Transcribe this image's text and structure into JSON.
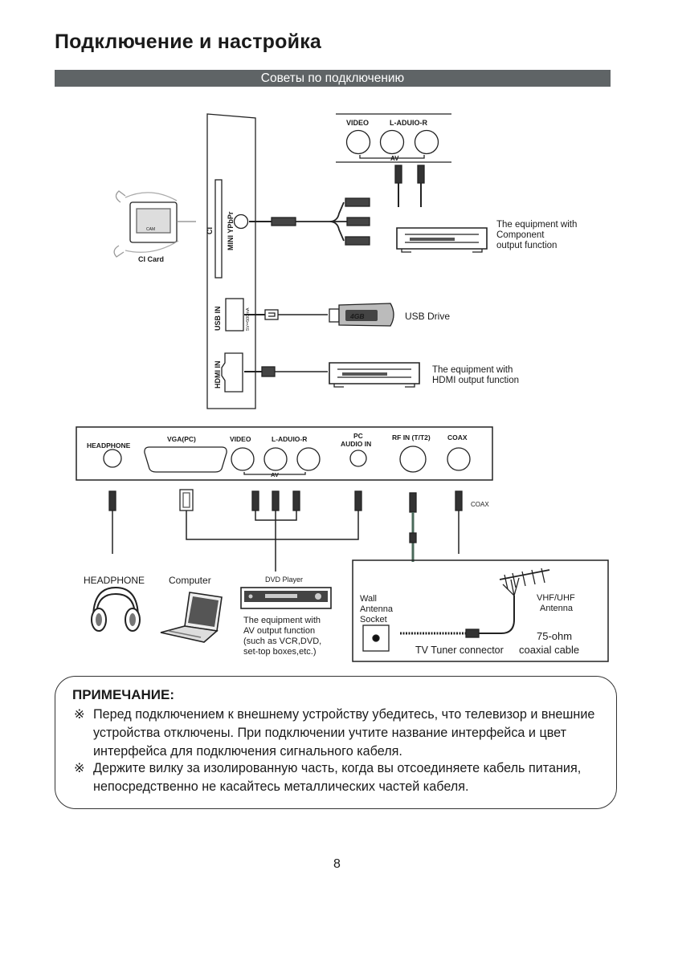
{
  "page": {
    "title": "Подключение и настройка",
    "section": "Советы по подключению",
    "number": "8"
  },
  "side_panel": {
    "ci": "CI",
    "mini_ypbpr": "MINI YPbPr",
    "usb_in": "USB IN",
    "usb_rating": "5V⎓500mA",
    "hdmi_in": "HDMI IN",
    "ci_card": "CI Card",
    "ci_card_brand": "CAM"
  },
  "top_av": {
    "video": "VIDEO",
    "audio": "L-ADUIO-R",
    "av": "AV"
  },
  "devices": {
    "component_lines": [
      "The equipment with",
      "Component",
      "output function"
    ],
    "usb_drive": "USB Drive",
    "usb_capacity": "4GB",
    "hdmi_lines": [
      "The equipment with",
      "HDMI output function"
    ]
  },
  "bottom_panel": {
    "headphone": "HEADPHONE",
    "vga": "VGA(PC)",
    "video": "VIDEO",
    "audio": "L-ADUIO-R",
    "av": "AV",
    "pc_audio_lines": [
      "PC",
      "AUDIO IN"
    ],
    "rf_in": "RF IN (T/T2)",
    "coax": "COAX"
  },
  "bottom_devices": {
    "coax_label": "COAX",
    "headphone": "HEADPHONE",
    "computer": "Computer",
    "dvd_player": "DVD Player",
    "av_equipment_lines": [
      "The equipment with",
      "AV output function",
      "(such as VCR,DVD,",
      "set-top boxes,etc.)"
    ],
    "wall_socket_lines": [
      "Wall",
      "Antenna",
      "Socket"
    ],
    "antenna_lines": [
      "VHF/UHF",
      "Antenna"
    ],
    "ohm": "75-ohm",
    "tuner_connector": "TV Tuner connector",
    "coaxial_cable": "coaxial cable"
  },
  "note": {
    "title": "ПРИМЕЧАНИЕ:",
    "mark": "※",
    "items": [
      "Перед подключением к внешнему устройству убедитесь, что телевизор и внешние устройства отключены. При подключении учтите название интерфейса и цвет интерфейса для подключения сигнального кабеля.",
      "Держите вилку за изолированную часть, когда вы отсоединяете кабель питания, непосредственно не касайтесь металлических частей кабеля."
    ]
  }
}
